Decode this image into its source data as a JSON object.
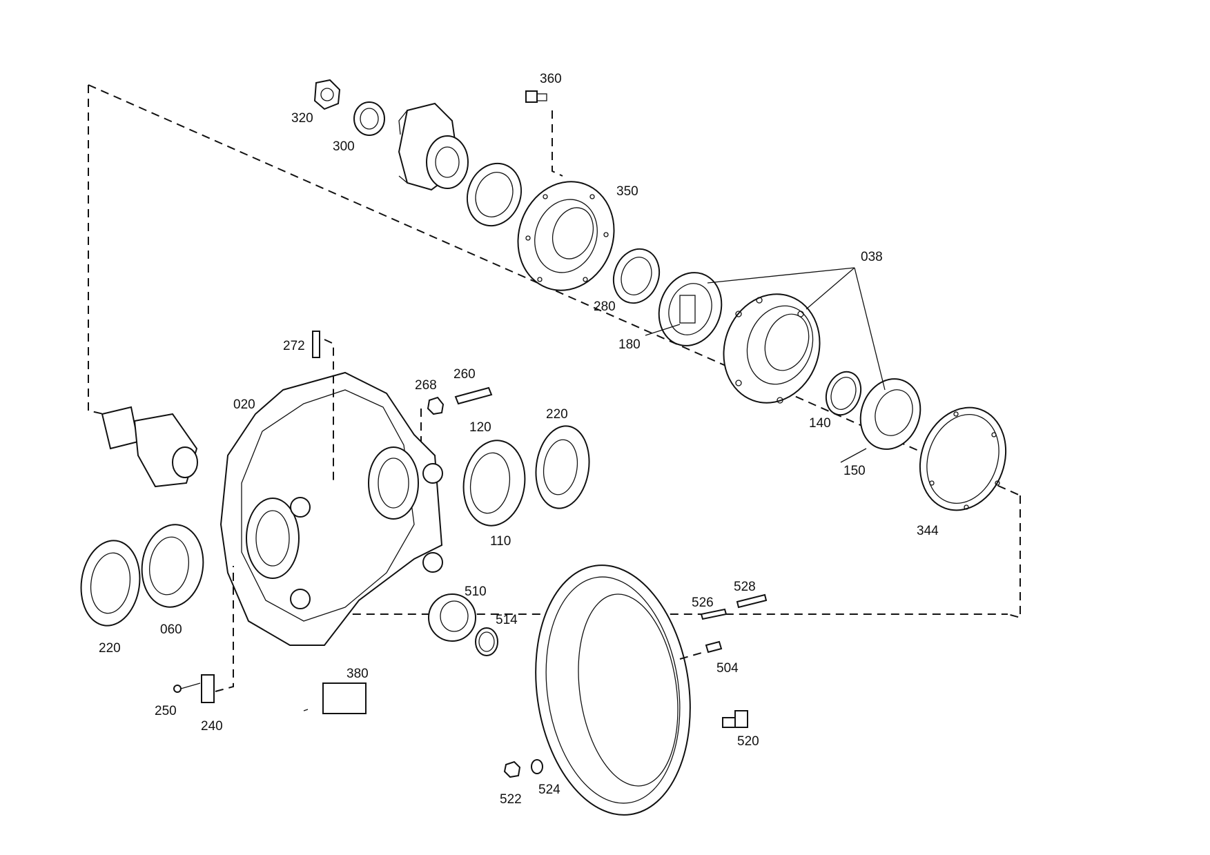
{
  "diagram": {
    "labels": {
      "p360": "360",
      "p320": "320",
      "p300": "300",
      "p350": "350",
      "p038": "038",
      "p280": "280",
      "p180": "180",
      "p272": "272",
      "p260": "260",
      "p268": "268",
      "p020": "020",
      "p220a": "220",
      "p120": "120",
      "p110": "110",
      "p140": "140",
      "p150": "150",
      "p344": "344",
      "p060": "060",
      "p220b": "220",
      "p510": "510",
      "p514": "514",
      "p526": "526",
      "p528": "528",
      "p504": "504",
      "p380": "380",
      "p250": "250",
      "p240": "240",
      "p520": "520",
      "p522": "522",
      "p524": "524"
    }
  }
}
